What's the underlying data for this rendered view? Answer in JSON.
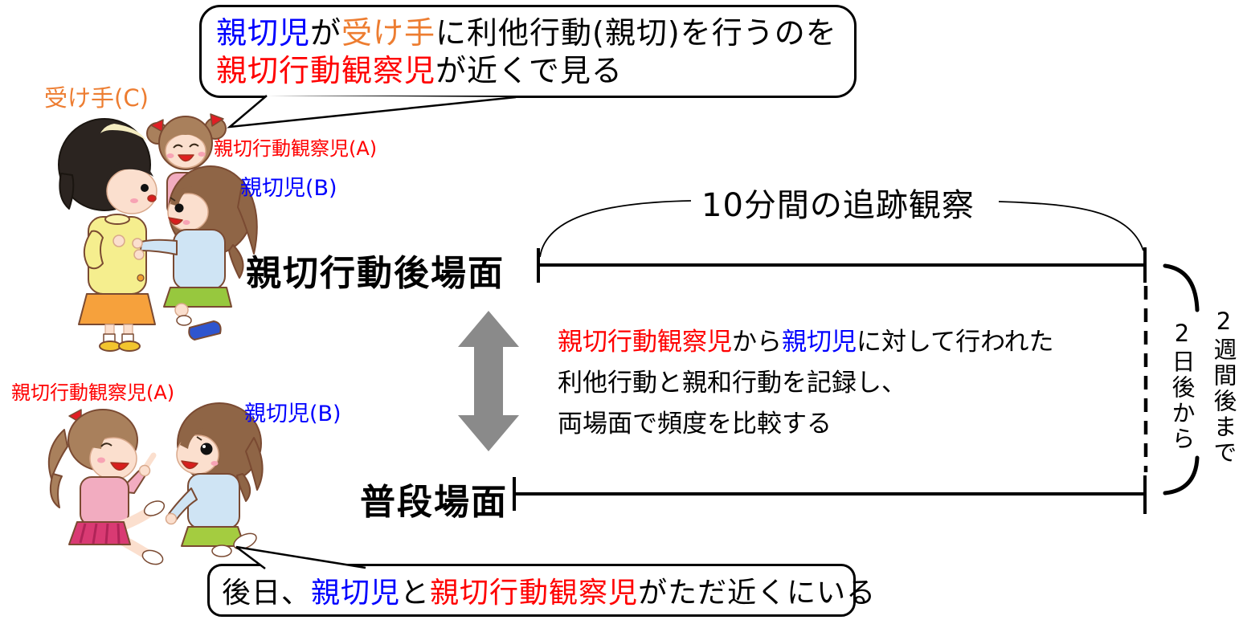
{
  "colors": {
    "red": "#FF0000",
    "blue": "#0000FF",
    "orange": "#ED7D31",
    "black": "#000000",
    "arrow_gray": "#8A8A8A"
  },
  "bubble_top": {
    "line1": [
      {
        "text": "親切児",
        "color": "blue"
      },
      {
        "text": "が",
        "color": "black"
      },
      {
        "text": "受け手",
        "color": "orange"
      },
      {
        "text": "に利他行動(親切)を行うのを",
        "color": "black"
      }
    ],
    "line2": [
      {
        "text": "親切行動観察児",
        "color": "red"
      },
      {
        "text": "が近くで見る",
        "color": "black"
      }
    ]
  },
  "bubble_bottom": {
    "line1": [
      {
        "text": "後日、",
        "color": "black"
      },
      {
        "text": "親切児",
        "color": "blue"
      },
      {
        "text": "と",
        "color": "black"
      },
      {
        "text": "親切行動観察児",
        "color": "red"
      },
      {
        "text": "がただ近くにいる",
        "color": "black"
      }
    ]
  },
  "labels": {
    "receiver_c": "受け手(C)",
    "observer_a_top": "親切行動観察児(A)",
    "kind_b_top": "親切児(B)",
    "observer_a_bottom": "親切行動観察児(A)",
    "kind_b_bottom": "親切児(B)"
  },
  "scenes": {
    "after_label": "親切行動後場面",
    "usual_label": "普段場面"
  },
  "tracking": {
    "label": "10分間の追跡観察"
  },
  "note": {
    "line1": [
      {
        "text": "親切行動観察児",
        "color": "red"
      },
      {
        "text": "から",
        "color": "black"
      },
      {
        "text": "親切児",
        "color": "blue"
      },
      {
        "text": "に対して行われた",
        "color": "black"
      }
    ],
    "line2": "利他行動と親和行動を記録し、",
    "line3": "両場面で頻度を比較する"
  },
  "period": {
    "from": "2日後から",
    "until": "2週間後まで"
  }
}
